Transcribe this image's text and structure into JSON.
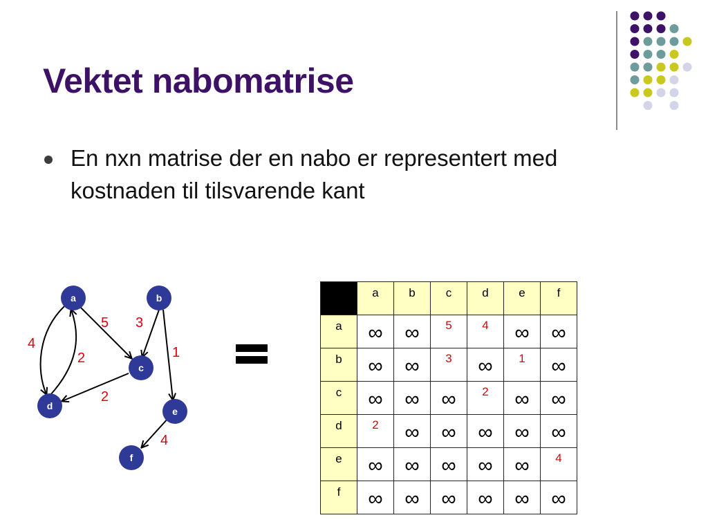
{
  "slide": {
    "title": "Vektet nabomatrise",
    "bullets": [
      "En nxn matrise der en nabo er representert med kostnaden til tilsvarende kant"
    ]
  },
  "colors": {
    "title": "#3d1266",
    "node": "#2f3a98",
    "edge_label": "#e0000e",
    "header_cell": "#ffffc4",
    "dot_purple": "#3d1266",
    "dot_teal": "#6e9c9c",
    "dot_yellow": "#c8c81e",
    "dot_lavender": "#d4d4e8"
  },
  "graph": {
    "nodes": [
      {
        "id": "a",
        "label": "a"
      },
      {
        "id": "b",
        "label": "b"
      },
      {
        "id": "c",
        "label": "c"
      },
      {
        "id": "d",
        "label": "d"
      },
      {
        "id": "e",
        "label": "e"
      },
      {
        "id": "f",
        "label": "f"
      }
    ],
    "edges": [
      {
        "from": "a",
        "to": "c",
        "weight": "5"
      },
      {
        "from": "b",
        "to": "c",
        "weight": "3"
      },
      {
        "from": "a",
        "to": "d",
        "weight": "4"
      },
      {
        "from": "d",
        "to": "a",
        "weight": "2"
      },
      {
        "from": "c",
        "to": "d",
        "weight": "2"
      },
      {
        "from": "b",
        "to": "e",
        "weight": "1"
      },
      {
        "from": "e",
        "to": "f",
        "weight": "4"
      }
    ]
  },
  "matrix": {
    "columns": [
      "a",
      "b",
      "c",
      "d",
      "e",
      "f"
    ],
    "rows": [
      {
        "label": "a",
        "cells": [
          "∞",
          "∞",
          "5",
          "4",
          "∞",
          "∞"
        ]
      },
      {
        "label": "b",
        "cells": [
          "∞",
          "∞",
          "3",
          "∞",
          "1",
          "∞"
        ]
      },
      {
        "label": "c",
        "cells": [
          "∞",
          "∞",
          "∞",
          "2",
          "∞",
          "∞"
        ]
      },
      {
        "label": "d",
        "cells": [
          "2",
          "∞",
          "∞",
          "∞",
          "∞",
          "∞"
        ]
      },
      {
        "label": "e",
        "cells": [
          "∞",
          "∞",
          "∞",
          "∞",
          "∞",
          "4"
        ]
      },
      {
        "label": "f",
        "cells": [
          "∞",
          "∞",
          "∞",
          "∞",
          "∞",
          "∞"
        ]
      }
    ]
  }
}
